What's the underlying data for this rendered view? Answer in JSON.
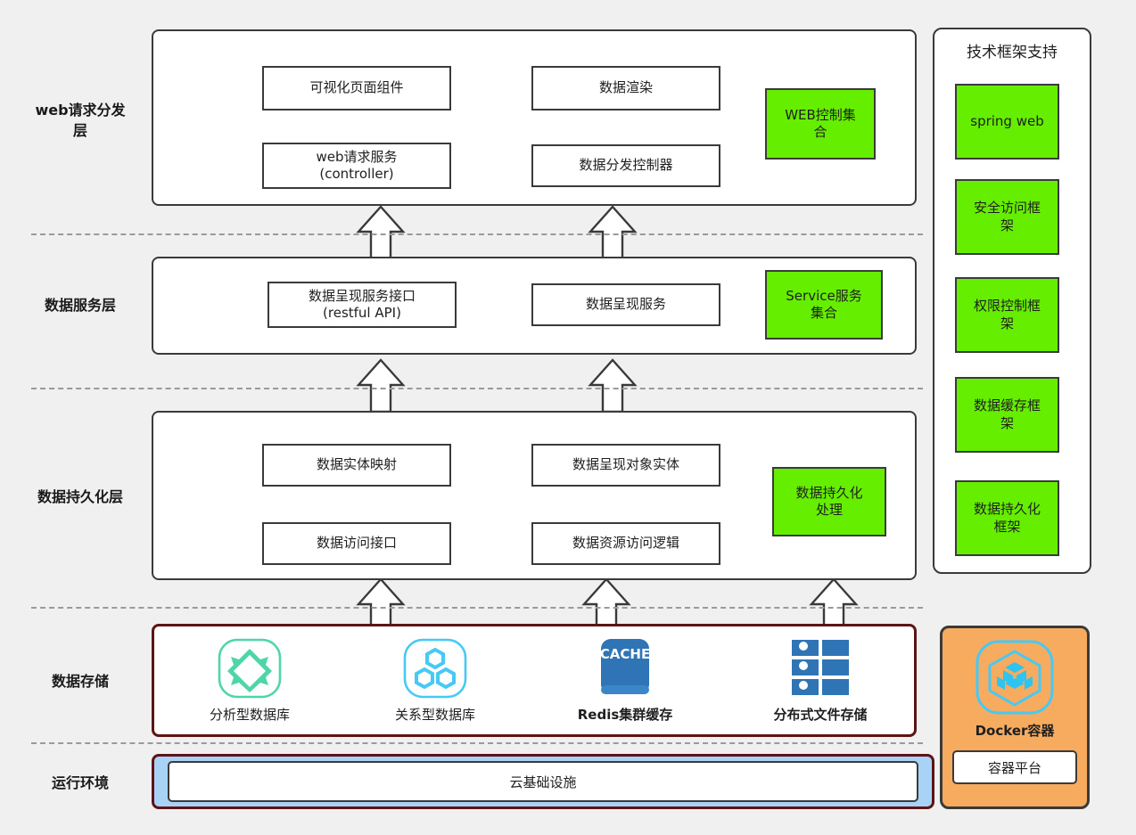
{
  "diagram": {
    "background": "#f0f0f0",
    "accent_green": "#66ee00",
    "accent_orange": "#f7ab5e",
    "accent_blue": "#a9d2f7",
    "storage_border": "#5e1414",
    "line_color": "#3a3a3a"
  },
  "layers": [
    {
      "label": "web请求分发\n层",
      "label_line1": "web请求分发",
      "label_line2": "层",
      "nodes": [
        {
          "text": "可视化页面组件"
        },
        {
          "text": "数据渲染"
        },
        {
          "text": "web请求服务\n(controller)",
          "line1": "web请求服务",
          "line2": "(controller)"
        },
        {
          "text": "数据分发控制器"
        }
      ],
      "green_box": {
        "line1": "WEB控制集",
        "line2": "合",
        "text": "WEB控制集合"
      }
    },
    {
      "label": "数据服务层",
      "nodes": [
        {
          "text": "数据呈现服务接口\n(restful API)",
          "line1": "数据呈现服务接口",
          "line2": "(restful API)"
        },
        {
          "text": "数据呈现服务"
        }
      ],
      "green_box": {
        "line1": "Service服务",
        "line2": "集合",
        "text": "Service服务集合"
      }
    },
    {
      "label": "数据持久化层",
      "nodes": [
        {
          "text": "数据实体映射"
        },
        {
          "text": "数据呈现对象实体"
        },
        {
          "text": "数据访问接口"
        },
        {
          "text": "数据资源访问逻辑"
        }
      ],
      "green_box": {
        "line1": "数据持久化",
        "line2": "处理",
        "text": "数据持久化处理"
      }
    },
    {
      "label": "数据存储",
      "storage_items": [
        {
          "caption": "分析型数据库",
          "icon": "analytic-database-icon",
          "bold": false
        },
        {
          "caption": "关系型数据库",
          "icon": "relational-database-icon",
          "bold": false
        },
        {
          "caption": "Redis集群缓存",
          "icon": "cache-icon",
          "icon_text": "CACHE",
          "bold": true
        },
        {
          "caption": "分布式文件存储",
          "icon": "distributed-file-storage-icon",
          "bold": true
        }
      ]
    },
    {
      "label": "运行环境",
      "runtime_box": "云基础设施"
    }
  ],
  "framework_rail": {
    "title": "技术框架支持",
    "items": [
      {
        "label": "spring web"
      },
      {
        "label": "安全访问框架",
        "line1": "安全访问框",
        "line2": "架"
      },
      {
        "label": "权限控制框架",
        "line1": "权限控制框",
        "line2": "架"
      },
      {
        "label": "数据缓存框架",
        "line1": "数据缓存框",
        "line2": "架"
      },
      {
        "label": "数据持久化框架",
        "line1": "数据持久化",
        "line2": "框架"
      }
    ]
  },
  "docker_panel": {
    "icon": "docker-cube-icon",
    "caption": "Docker容器",
    "button_label": "容器平台"
  }
}
